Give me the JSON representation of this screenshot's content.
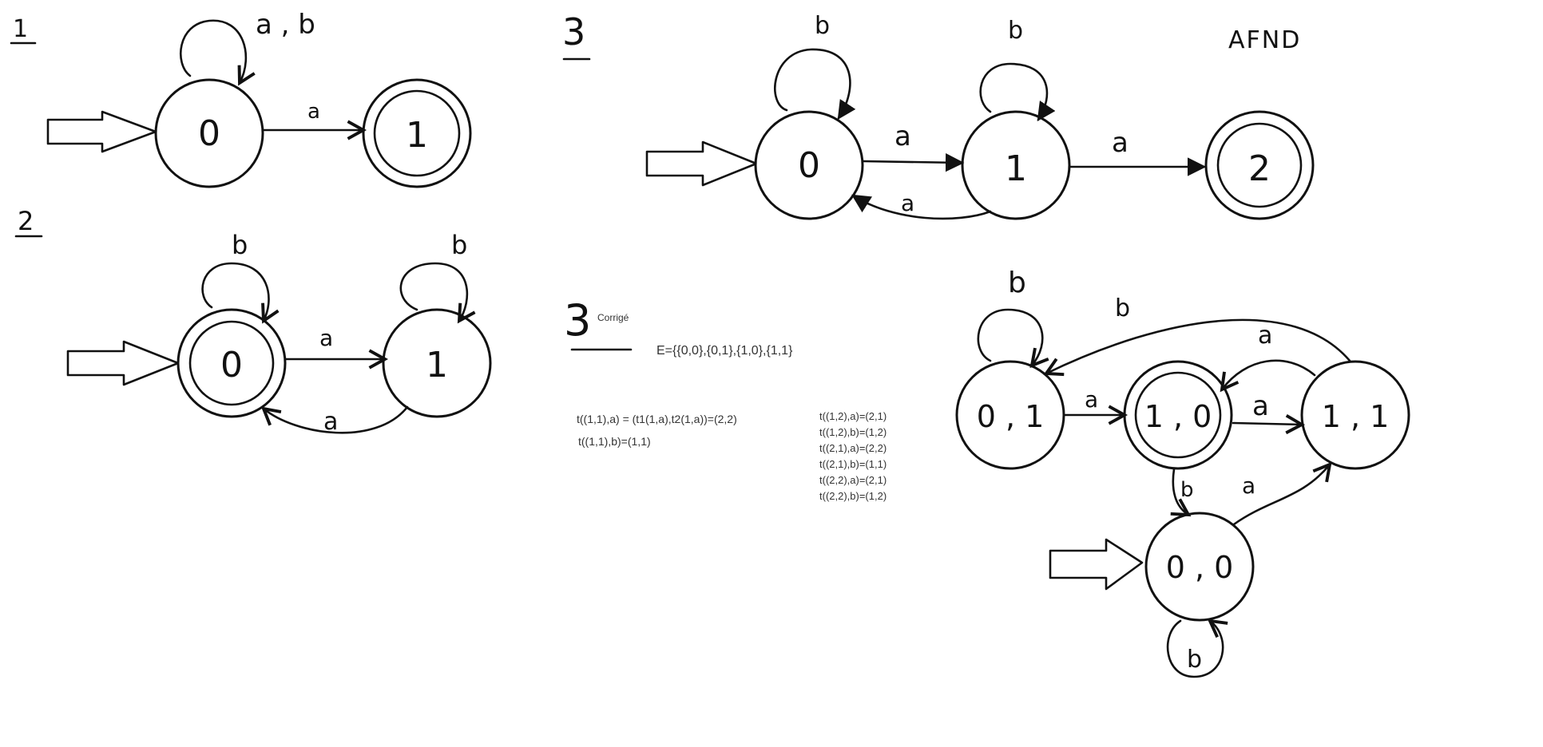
{
  "labels": {
    "section1": "1",
    "section2": "2",
    "section3": "3",
    "section3_corr": "3",
    "afnd": "AFND",
    "corrige": "Corrigé"
  },
  "diagram1": {
    "states": [
      "0",
      "1"
    ],
    "loop_label": "a , b",
    "edge_label": "a"
  },
  "diagram2": {
    "states": [
      "0",
      "1"
    ],
    "loop0_label": "b",
    "loop1_label": "b",
    "edge_01_label": "a",
    "edge_10_label": "a"
  },
  "diagram3": {
    "states": [
      "0",
      "1",
      "2"
    ],
    "loop0_label": "b",
    "loop1_label": "b",
    "edge_01_label": "a",
    "edge_10_label": "a",
    "edge_12_label": "a"
  },
  "corrected": {
    "set_text": "E={{0,0},{0,1},{1,0},{1,1}",
    "transitions_left": [
      "t((1,1),a) = (t1(1,a),t2(1,a))=(2,2)",
      "t((1,1),b)=(1,1)"
    ],
    "transitions_right": [
      "t((1,2),a)=(2,1)",
      "t((1,2),b)=(1,2)",
      "t((2,1),a)=(2,2)",
      "t((2,1),b)=(1,1)",
      "t((2,2),a)=(2,1)",
      "t((2,2),b)=(1,2)"
    ],
    "states": {
      "s01": "0 , 1",
      "s10": "1 , 0",
      "s11": "1 , 1",
      "s00": "0 , 0"
    },
    "edge_labels": {
      "loop01": "b",
      "s11_to_s01": "b",
      "s11_to_s10": "a",
      "s01_to_s10": "a",
      "s10_to_s11": "a",
      "s10_to_s00": "b",
      "s00_to_s11": "a",
      "loop00": "b"
    }
  }
}
